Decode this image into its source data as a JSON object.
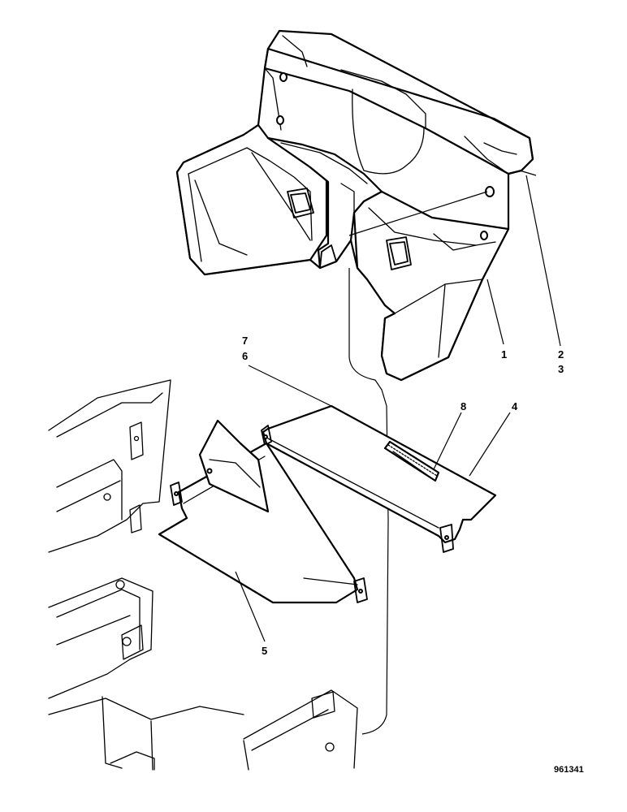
{
  "callouts": {
    "c1": "1",
    "c2": "2",
    "c3": "3",
    "c4": "4",
    "c5": "5",
    "c6": "6",
    "c7": "7",
    "c8": "8"
  },
  "reference_number": "961341",
  "colors": {
    "line": "#000000",
    "background": "#ffffff"
  }
}
